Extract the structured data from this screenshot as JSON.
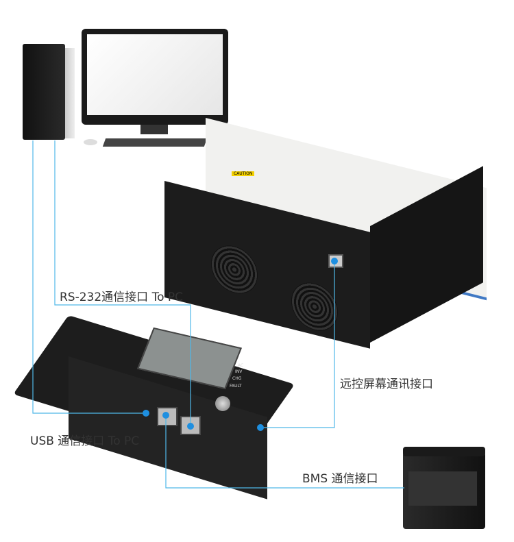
{
  "labels": {
    "rs232": "RS-232通信接口 To PC",
    "usb": "USB 通信接口 To PC",
    "remote": "远控屏幕通讯接口",
    "bms": "BMS 通信接口"
  },
  "colors": {
    "line": "#4fb8e8",
    "dot": "#1e8fe0"
  },
  "devices": {
    "inverter_caution": "CAUTION",
    "panel_leds": [
      "AC",
      "INV",
      "CHG",
      "FAULT"
    ]
  }
}
